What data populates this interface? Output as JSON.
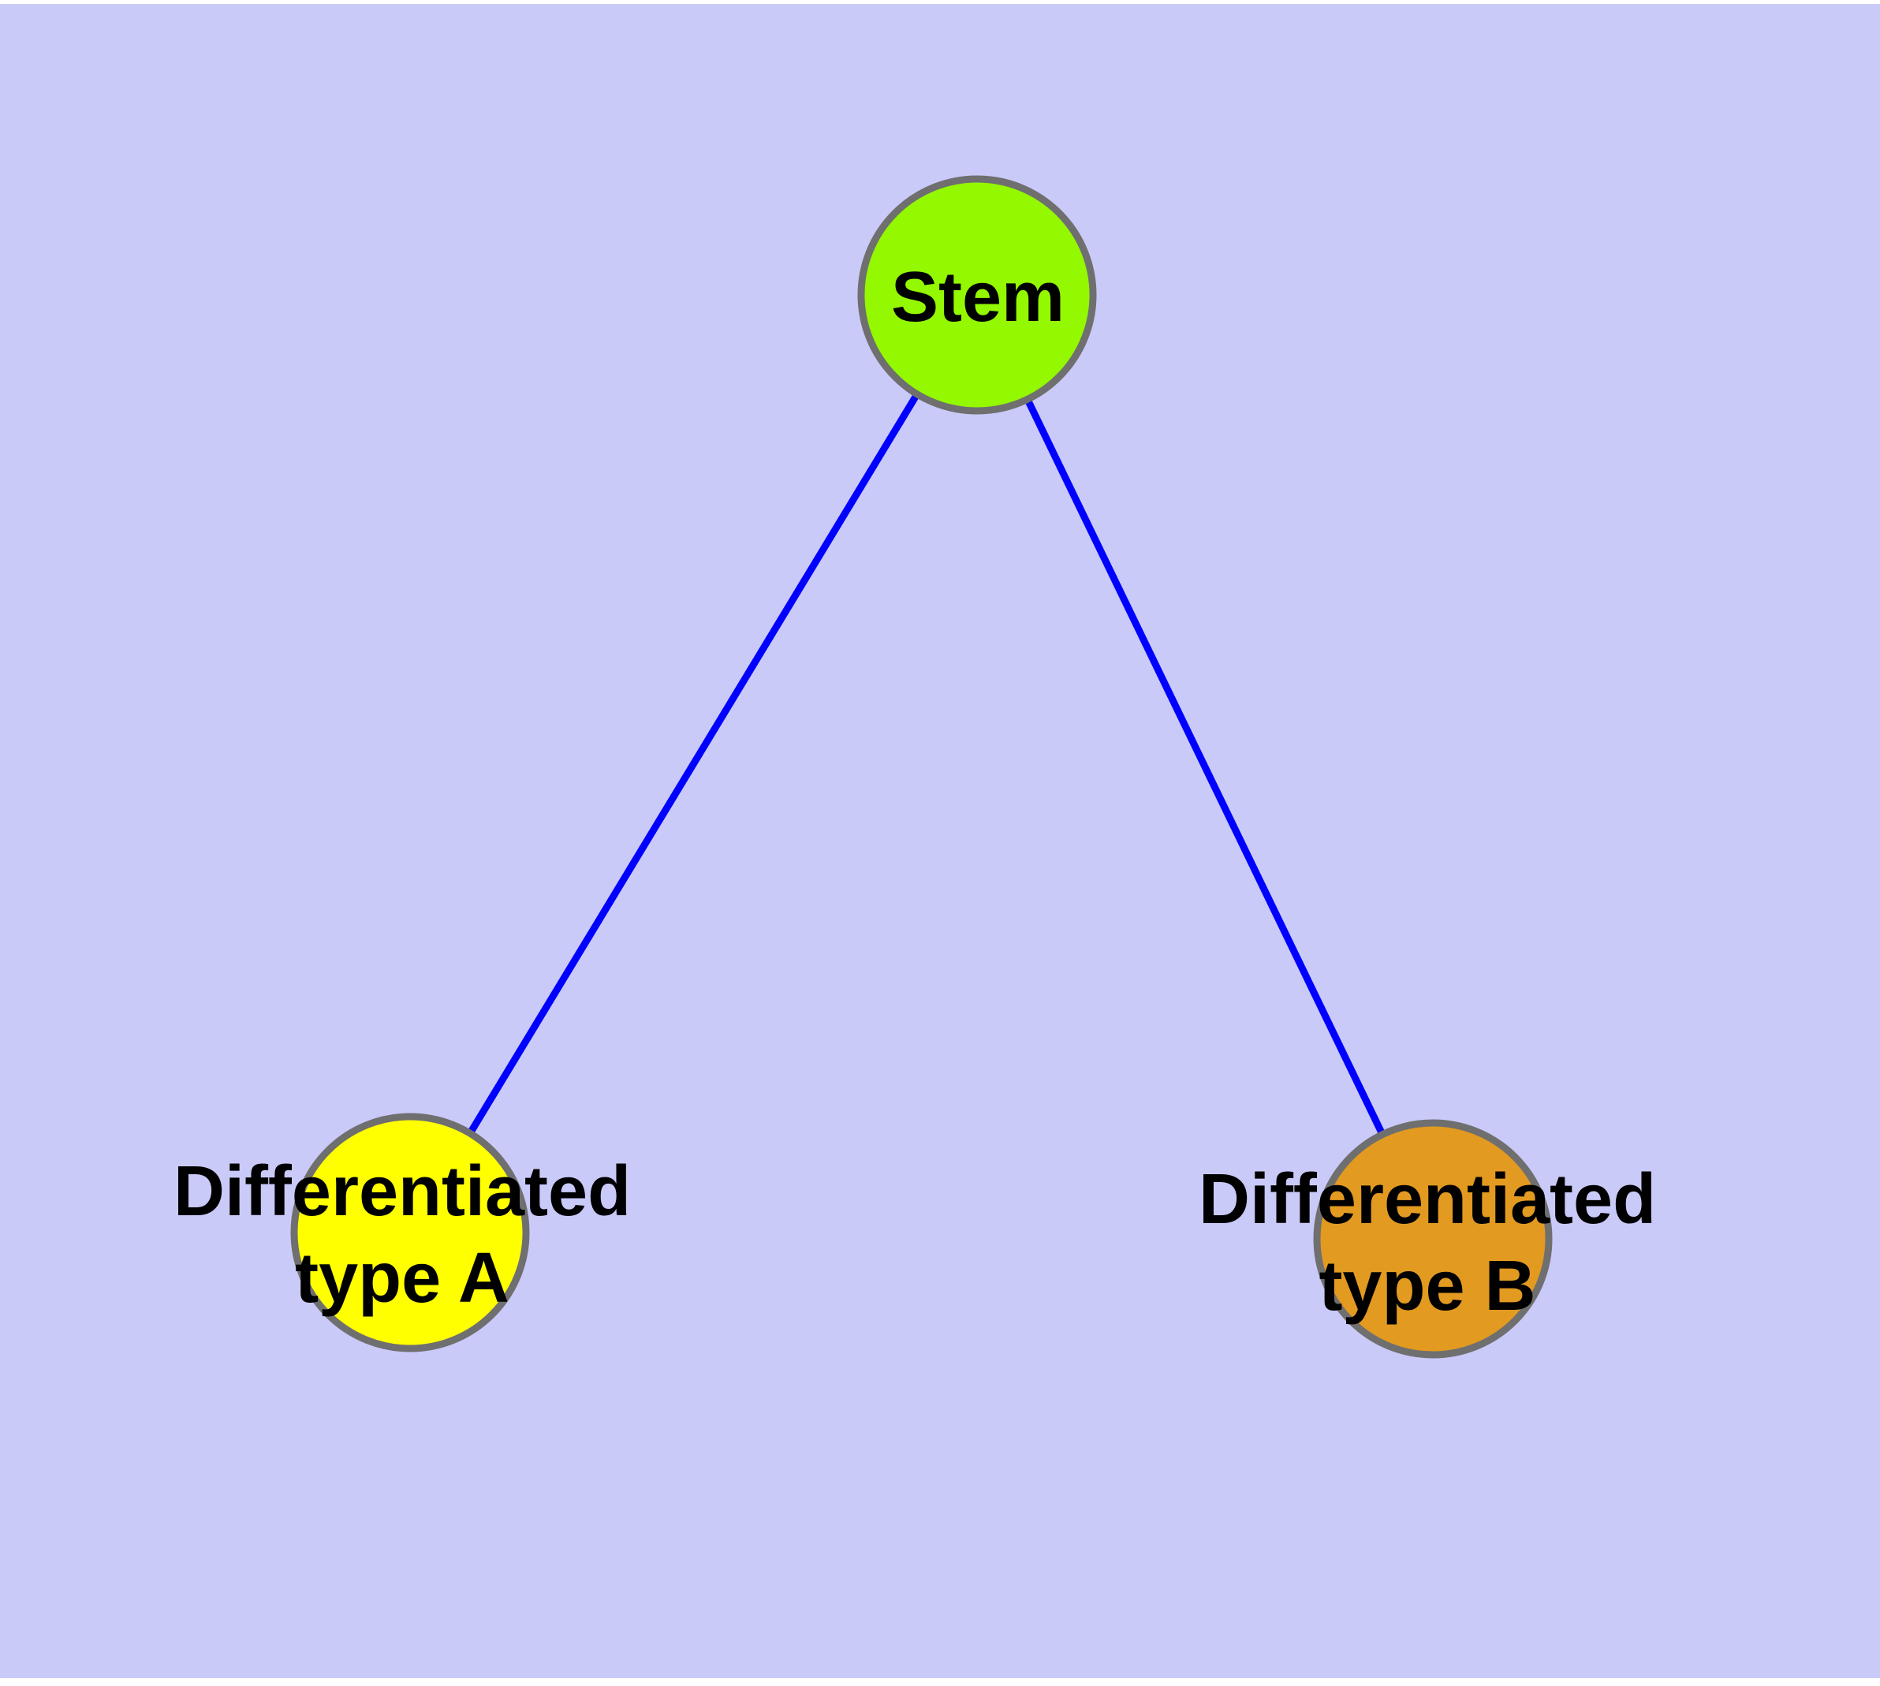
{
  "diagram": {
    "background_color": "#CACAF9",
    "edge_color": "#0000FF",
    "node_border_color": "#6F6F6F",
    "label_color": "#000000",
    "nodes": [
      {
        "id": "stem",
        "label": "Stem",
        "color": "#93F800"
      },
      {
        "id": "type-a",
        "label": "Differentiated\ntype A",
        "color": "#FFFF00"
      },
      {
        "id": "type-b",
        "label": "Differentiated\ntype B",
        "color": "#E39A20"
      }
    ],
    "edges": [
      {
        "from": "stem",
        "to": "type-a"
      },
      {
        "from": "stem",
        "to": "type-b"
      }
    ]
  }
}
